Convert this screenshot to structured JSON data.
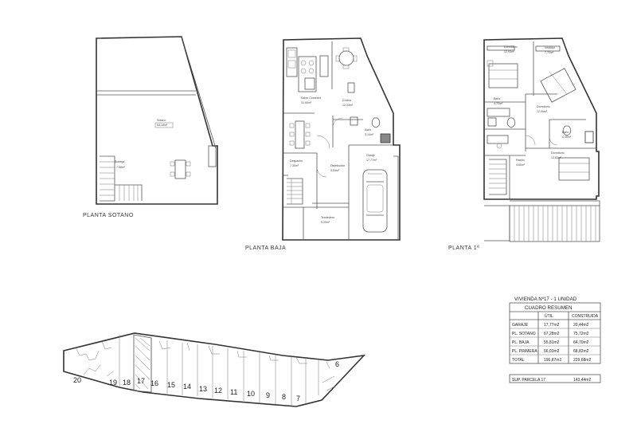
{
  "plans": {
    "sotano": {
      "title": "PLANTA SOTANO",
      "rooms": [
        {
          "name": "Sótano",
          "area": "53,18m²"
        },
        {
          "name": "Bodega",
          "area": "7,58m²"
        }
      ]
    },
    "baja": {
      "title": "PLANTA BAJA",
      "rooms": [
        {
          "name": "Salón Comedor",
          "area": "31,60m²"
        },
        {
          "name": "Cocina",
          "area": "12,33m²"
        },
        {
          "name": "Aseo",
          "area": "3,10m²"
        },
        {
          "name": "Garaje",
          "area": "17,77m²"
        },
        {
          "name": "Distribuidor",
          "area": "3,54m²"
        },
        {
          "name": "Despacho",
          "area": "7,30m²"
        },
        {
          "name": "Tendedero",
          "area": "5,20m²"
        }
      ]
    },
    "primera": {
      "title": "PLANTA 1ª",
      "rooms": [
        {
          "name": "Dormitorio",
          "area": "12,93m²"
        },
        {
          "name": "Vestidor",
          "area": "7,70m²"
        },
        {
          "name": "Dormitorio",
          "area": "12,06m²"
        },
        {
          "name": "Baño",
          "area": "4,70m²"
        },
        {
          "name": "Baño",
          "area": "4,30m²"
        },
        {
          "name": "Dormitorio",
          "area": "13,60m²"
        },
        {
          "name": "Pasillo",
          "area": "4,60m²"
        }
      ]
    }
  },
  "summary": {
    "title": "VIVIENDA Nº17  -  1 UNIDAD",
    "header": "CUADRO RESUMEN",
    "columns": [
      "ÚTIL",
      "CONSTRUIDA"
    ],
    "rows": [
      {
        "label": "GARAJE",
        "util": "17,77m2",
        "construida": "20,44m2"
      },
      {
        "label": "PL. SOTANO",
        "util": "67,28m2",
        "construida": "75,72m2"
      },
      {
        "label": "PL. BAJA",
        "util": "55,81m2",
        "construida": "64,70m2"
      },
      {
        "label": "PL. PRIMERA",
        "util": "56,03m2",
        "construida": "68,82m2"
      },
      {
        "label": "TOTAL",
        "util": "196,87m2",
        "construida": "229,68m2"
      }
    ],
    "parcela_label": "SUP. PARCELA 17",
    "parcela_value": "143,44m2"
  },
  "site": {
    "lots": [
      "20",
      "19",
      "18",
      "17",
      "16",
      "15",
      "14",
      "13",
      "12",
      "11",
      "10",
      "9",
      "8",
      "7",
      "6"
    ]
  }
}
